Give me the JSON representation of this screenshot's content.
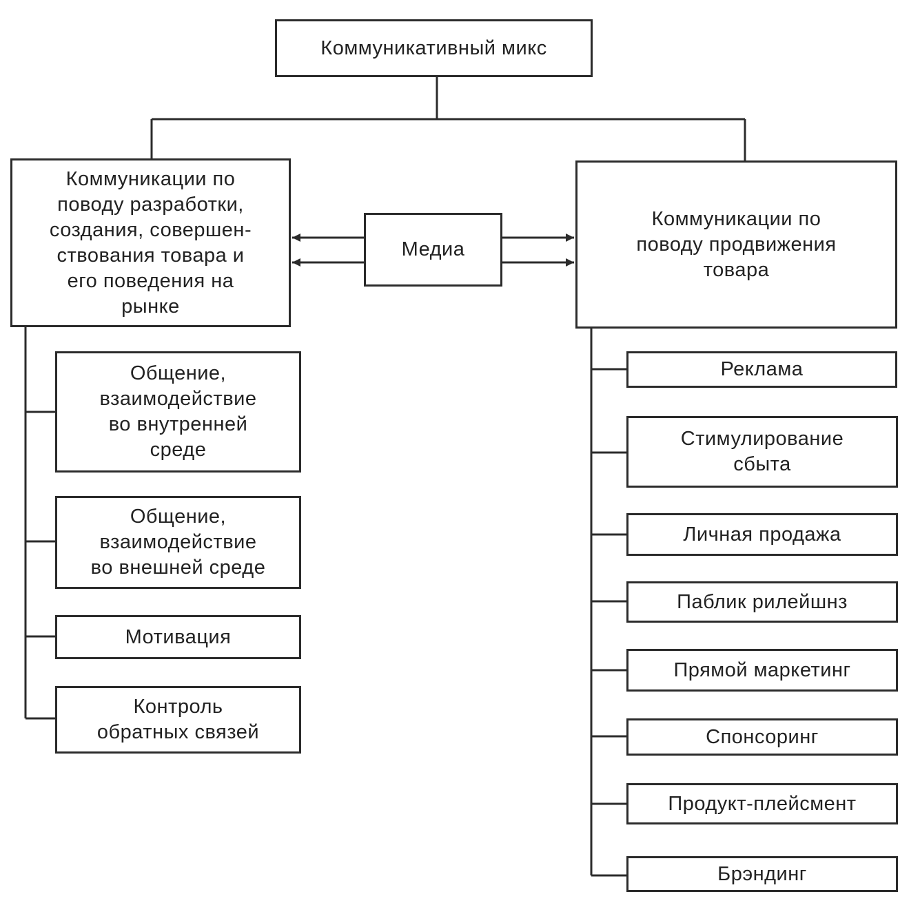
{
  "root": "Коммуникативный микс",
  "left_main": "Коммуникации по\nповоду разработки,\nсоздания, совершен-\nствования товара и\nего поведения на\nрынке",
  "media": "Медиа",
  "right_main": "Коммуникации по\nповоду продвижения\nтовара",
  "left_items": [
    "Общение,\nвзаимодействие\nво внутренней\nсреде",
    "Общение,\nвзаимодействие\nво внешней среде",
    "Мотивация",
    "Контроль\nобратных связей"
  ],
  "right_items": [
    "Реклама",
    "Стимулирование\nсбыта",
    "Личная продажа",
    "Паблик рилейшнз",
    "Прямой маркетинг",
    "Спонсоринг",
    "Продукт-плейсмент",
    "Брэндинг"
  ]
}
